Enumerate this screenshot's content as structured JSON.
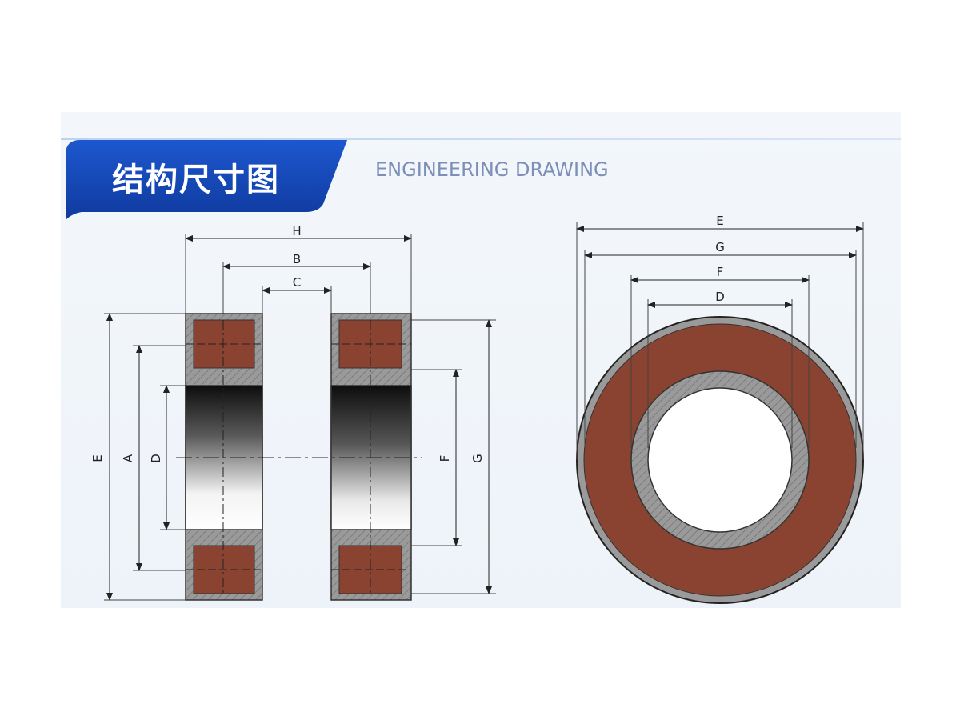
{
  "header": {
    "title": "结构尺寸图",
    "subtitle": "ENGINEERING DRAWING"
  },
  "colors": {
    "accent_blue": "#1547b8",
    "copper": "#8a4331",
    "steel": "#8d8d8d",
    "outline": "#333333"
  },
  "side_view": {
    "top_labels": [
      "H",
      "B",
      "C"
    ],
    "left_labels": [
      "E",
      "A",
      "D"
    ],
    "right_labels": [
      "F",
      "G"
    ]
  },
  "front_view": {
    "labels": [
      "E",
      "G",
      "F",
      "D"
    ]
  }
}
